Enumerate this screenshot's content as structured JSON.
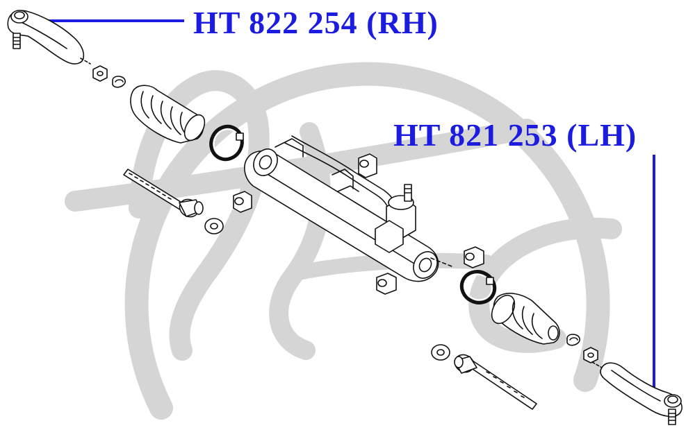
{
  "labels": {
    "rh": "HT 822 254 (RH)",
    "lh": "HT 821 253 (LH)"
  },
  "watermark": {
    "style": "logo-monogram",
    "color": "#d4d4d4"
  },
  "colors": {
    "label": "#1c1ce0",
    "line_art": "#111111",
    "leader_line": "#1c1ce0"
  }
}
